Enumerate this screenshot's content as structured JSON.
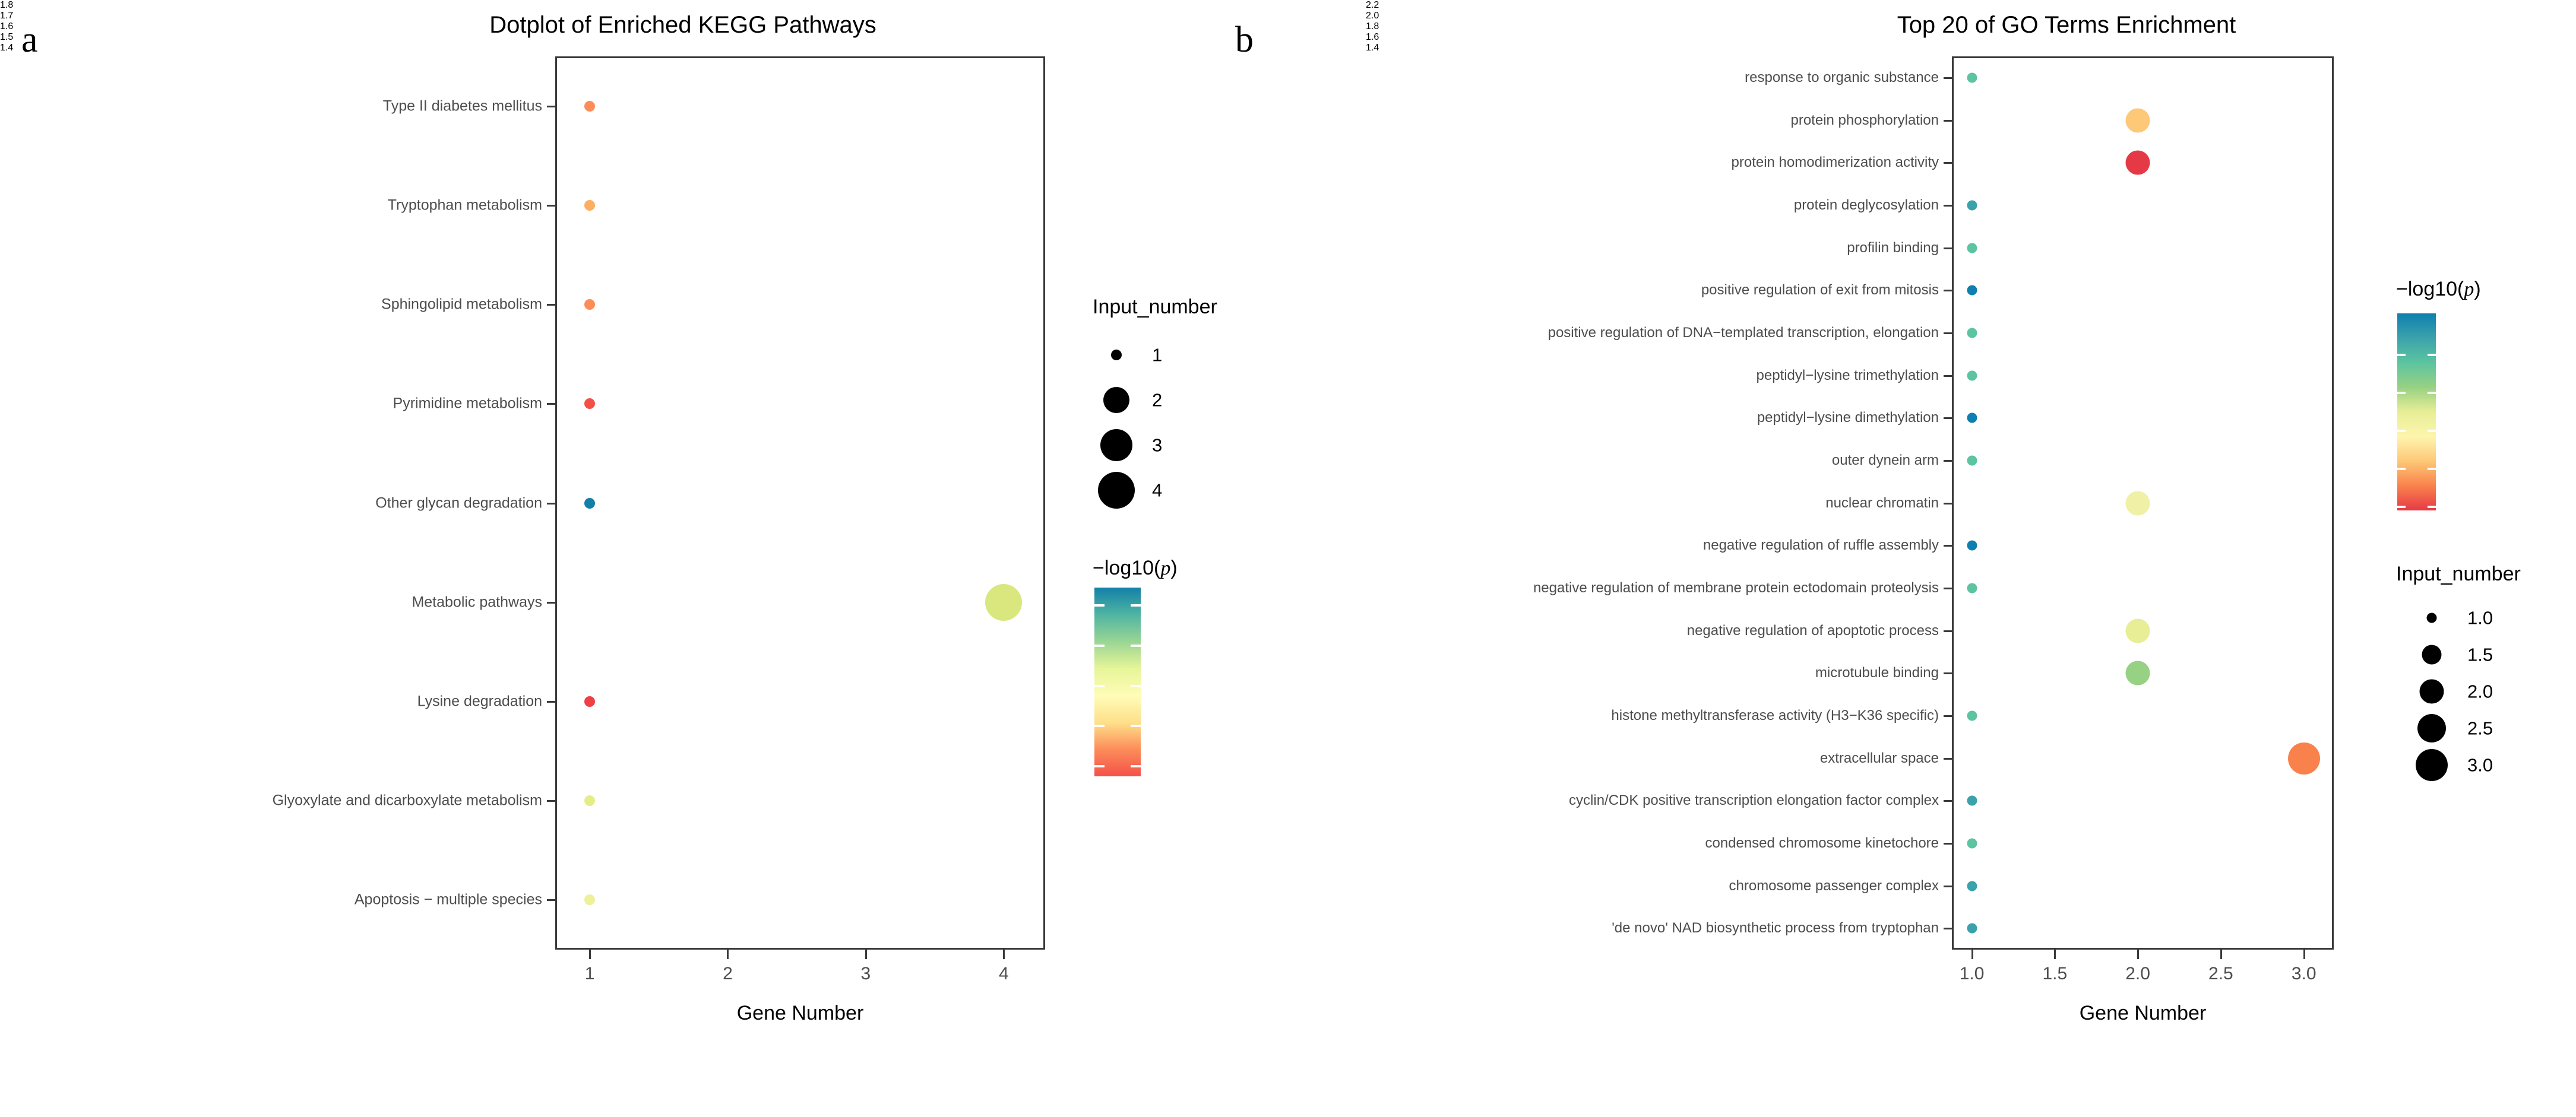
{
  "figure": {
    "panels": [
      {
        "letter": "a",
        "title": "Dotplot of Enriched KEGG Pathways",
        "xlabel": "Gene Number",
        "size_legend_title": "Input_number",
        "color_legend_title_prefix": "−log10(",
        "color_legend_title_italic": "p",
        "color_legend_title_suffix": ")"
      },
      {
        "letter": "b",
        "title": "Top 20 of GO Terms Enrichment",
        "xlabel": "Gene Number",
        "size_legend_title": "Input_number",
        "color_legend_title_prefix": "−log10(",
        "color_legend_title_italic": "p",
        "color_legend_title_suffix": ")"
      }
    ]
  },
  "chart_data": [
    {
      "type": "scatter",
      "title": "Dotplot of Enriched KEGG Pathways",
      "xlabel": "Gene Number",
      "ylabel": "",
      "xlim": [
        0.75,
        4.3
      ],
      "xticks": [
        1,
        2,
        3,
        4
      ],
      "xtick_labels": [
        "1",
        "2",
        "3",
        "4"
      ],
      "grid": false,
      "categories": [
        "Type II diabetes mellitus",
        "Tryptophan metabolism",
        "Sphingolipid metabolism",
        "Pyrimidine metabolism",
        "Other glycan degradation",
        "Metabolic pathways",
        "Lysine degradation",
        "Glyoxylate and dicarboxylate metabolism",
        "Apoptosis − multiple species"
      ],
      "points": [
        {
          "category": "Type II diabetes mellitus",
          "x": 1,
          "input_number": 1,
          "neglog10p": 1.47,
          "color": "#fc8d59"
        },
        {
          "category": "Tryptophan metabolism",
          "x": 1,
          "input_number": 1,
          "neglog10p": 1.49,
          "color": "#fdae61"
        },
        {
          "category": "Sphingolipid metabolism",
          "x": 1,
          "input_number": 1,
          "neglog10p": 1.47,
          "color": "#fc8d59"
        },
        {
          "category": "Pyrimidine metabolism",
          "x": 1,
          "input_number": 1,
          "neglog10p": 1.41,
          "color": "#f4504a"
        },
        {
          "category": "Other glycan degradation",
          "x": 1,
          "input_number": 1,
          "neglog10p": 1.82,
          "color": "#1380a8"
        },
        {
          "category": "Metabolic pathways",
          "x": 4,
          "input_number": 4,
          "neglog10p": 1.64,
          "color": "#d9e77e"
        },
        {
          "category": "Lysine degradation",
          "x": 1,
          "input_number": 1,
          "neglog10p": 1.4,
          "color": "#ef3f47"
        },
        {
          "category": "Glyoxylate and dicarboxylate metabolism",
          "x": 1,
          "input_number": 1,
          "neglog10p": 1.63,
          "color": "#e6ed88"
        },
        {
          "category": "Apoptosis − multiple species",
          "x": 1,
          "input_number": 1,
          "neglog10p": 1.63,
          "color": "#eef09a"
        }
      ],
      "size_legend": {
        "title": "Input_number",
        "values": [
          "1",
          "2",
          "3",
          "4"
        ]
      },
      "color_legend": {
        "title": "−log10(p)",
        "ticks": [
          "1.8",
          "1.7",
          "1.6",
          "1.5",
          "1.4"
        ],
        "vmin": 1.375,
        "vmax": 1.845,
        "palette": [
          "#f4504a",
          "#fc8d59",
          "#fee08b",
          "#fffcb8",
          "#e6f598",
          "#99d594",
          "#4fb4a2",
          "#1380a8"
        ]
      }
    },
    {
      "type": "scatter",
      "title": "Top 20 of GO Terms Enrichment",
      "xlabel": "Gene Number",
      "ylabel": "",
      "xlim": [
        0.88,
        3.18
      ],
      "xticks": [
        1.0,
        1.5,
        2.0,
        2.5,
        3.0
      ],
      "xtick_labels": [
        "1.0",
        "1.5",
        "2.0",
        "2.5",
        "3.0"
      ],
      "grid": false,
      "categories": [
        "response to organic substance",
        "protein phosphorylation",
        "protein homodimerization activity",
        "protein deglycosylation",
        "profilin binding",
        "positive regulation of exit from mitosis",
        "positive regulation of DNA−templated transcription, elongation",
        "peptidyl−lysine trimethylation",
        "peptidyl−lysine dimethylation",
        "outer dynein arm",
        "nuclear chromatin",
        "negative regulation of ruffle assembly",
        "negative regulation of membrane protein ectodomain proteolysis",
        "negative regulation of apoptotic process",
        "microtubule binding",
        "histone methyltransferase activity (H3−K36 specific)",
        "extracellular space",
        "cyclin/CDK positive transcription elongation factor complex",
        "condensed chromosome kinetochore",
        "chromosome passenger complex",
        "'de novo' NAD biosynthetic process from tryptophan"
      ],
      "points": [
        {
          "category": "response to organic substance",
          "x": 1.0,
          "input_number": 1,
          "neglog10p": 2.13,
          "color": "#5cc4a0"
        },
        {
          "category": "protein phosphorylation",
          "x": 2.0,
          "input_number": 2,
          "neglog10p": 1.68,
          "color": "#fdc877"
        },
        {
          "category": "protein homodimerization activity",
          "x": 2.0,
          "input_number": 2,
          "neglog10p": 1.4,
          "color": "#e63946"
        },
        {
          "category": "protein deglycosylation",
          "x": 1.0,
          "input_number": 1,
          "neglog10p": 2.26,
          "color": "#3ba2ab"
        },
        {
          "category": "profilin binding",
          "x": 1.0,
          "input_number": 1,
          "neglog10p": 2.13,
          "color": "#5cc4a0"
        },
        {
          "category": "positive regulation of exit from mitosis",
          "x": 1.0,
          "input_number": 1,
          "neglog10p": 2.38,
          "color": "#0e7faf"
        },
        {
          "category": "positive regulation of DNA−templated transcription, elongation",
          "x": 1.0,
          "input_number": 1,
          "neglog10p": 2.13,
          "color": "#5cc4a0"
        },
        {
          "category": "peptidyl−lysine trimethylation",
          "x": 1.0,
          "input_number": 1,
          "neglog10p": 2.13,
          "color": "#5cc4a0"
        },
        {
          "category": "peptidyl−lysine dimethylation",
          "x": 1.0,
          "input_number": 1,
          "neglog10p": 2.38,
          "color": "#0e7faf"
        },
        {
          "category": "outer dynein arm",
          "x": 1.0,
          "input_number": 1,
          "neglog10p": 2.13,
          "color": "#5cc4a0"
        },
        {
          "category": "nuclear chromatin",
          "x": 2.0,
          "input_number": 2,
          "neglog10p": 1.91,
          "color": "#f0f0a6"
        },
        {
          "category": "negative regulation of ruffle assembly",
          "x": 1.0,
          "input_number": 1,
          "neglog10p": 2.38,
          "color": "#0e7faf"
        },
        {
          "category": "negative regulation of membrane protein ectodomain proteolysis",
          "x": 1.0,
          "input_number": 1,
          "neglog10p": 2.13,
          "color": "#5cc4a0"
        },
        {
          "category": "negative regulation of apoptotic process",
          "x": 2.0,
          "input_number": 2,
          "neglog10p": 1.93,
          "color": "#e7ee95"
        },
        {
          "category": "microtubule binding",
          "x": 2.0,
          "input_number": 2,
          "neglog10p": 2.02,
          "color": "#97d183"
        },
        {
          "category": "histone methyltransferase activity (H3−K36 specific)",
          "x": 1.0,
          "input_number": 1,
          "neglog10p": 2.13,
          "color": "#5cc4a0"
        },
        {
          "category": "extracellular space",
          "x": 3.0,
          "input_number": 3,
          "neglog10p": 1.52,
          "color": "#f9824c"
        },
        {
          "category": "cyclin/CDK positive transcription elongation factor complex",
          "x": 1.0,
          "input_number": 1,
          "neglog10p": 2.26,
          "color": "#3ba2ab"
        },
        {
          "category": "condensed chromosome kinetochore",
          "x": 1.0,
          "input_number": 1,
          "neglog10p": 2.13,
          "color": "#5cc4a0"
        },
        {
          "category": "chromosome passenger complex",
          "x": 1.0,
          "input_number": 1,
          "neglog10p": 2.26,
          "color": "#3ba2ab"
        },
        {
          "category": "'de novo' NAD biosynthetic process from tryptophan",
          "x": 1.0,
          "input_number": 1,
          "neglog10p": 2.26,
          "color": "#3ba2ab"
        }
      ],
      "size_legend": {
        "title": "Input_number",
        "values": [
          "1.0",
          "1.5",
          "2.0",
          "2.5",
          "3.0"
        ]
      },
      "color_legend": {
        "title": "−log10(p)",
        "ticks": [
          "2.2",
          "2.0",
          "1.8",
          "1.6",
          "1.4"
        ],
        "vmin": 1.38,
        "vmax": 2.42,
        "palette": [
          "#e63946",
          "#f9824c",
          "#fdc877",
          "#fdf5ae",
          "#e7ee95",
          "#97d183",
          "#5cc4a0",
          "#3ba2ab",
          "#0e7faf"
        ]
      }
    }
  ]
}
